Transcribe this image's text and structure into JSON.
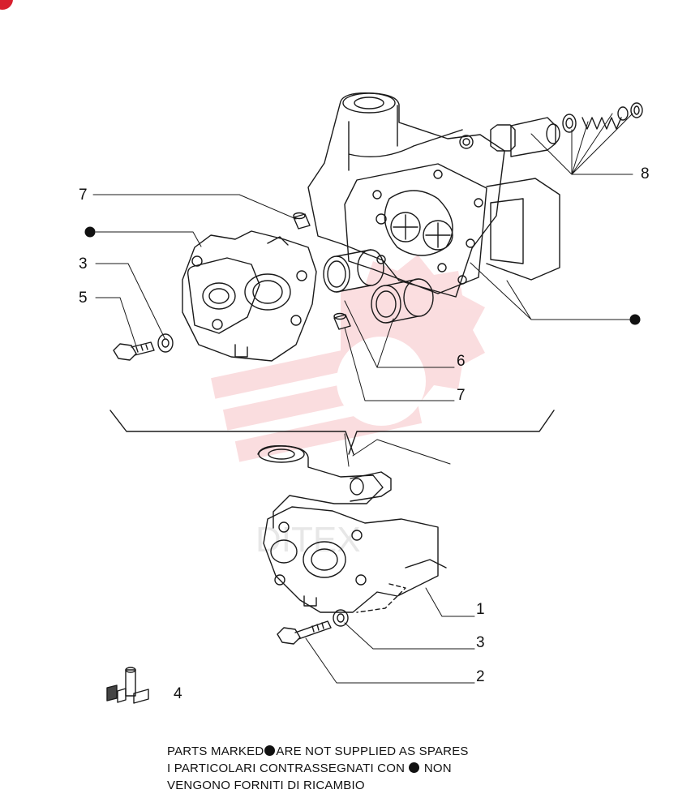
{
  "colors": {
    "line": "#1a1a1a",
    "watermark": "#e84a55",
    "badge": "#d8202e"
  },
  "callouts": {
    "c1": "1",
    "c2": "2",
    "c3_upper": "3",
    "c3_lower": "3",
    "c4": "4",
    "c5": "5",
    "c6": "6",
    "c7_upper": "7",
    "c7_lower": "7",
    "c8": "8"
  },
  "note": {
    "line1_before": "PARTS MARKED",
    "line1_after": "ARE NOT SUPPLIED AS SPARES",
    "line2_before": "I  PARTICOLARI  CONTRASSEGNATI  CON",
    "line2_after": "NON",
    "line3": "VENGONO FORNITI DI RICAMBIO"
  },
  "icons": {
    "marker": "filled-dot-icon",
    "watermark": "gear-logo-watermark",
    "kit": "repair-kit-icon"
  }
}
